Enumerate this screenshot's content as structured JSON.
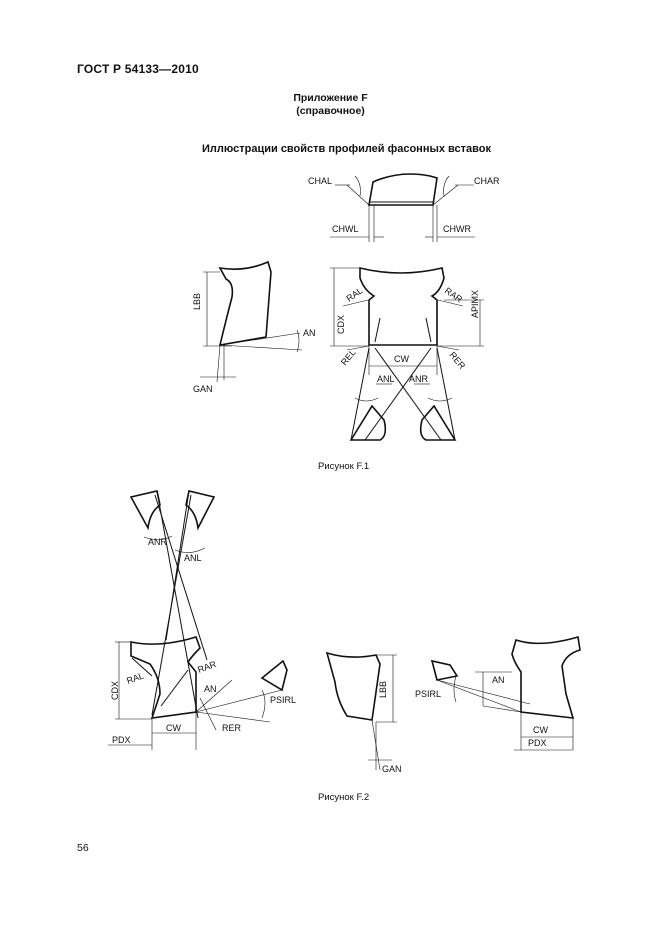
{
  "header": {
    "standard": "ГОСТ Р 54133—2010"
  },
  "annex": {
    "title": "Приложение F",
    "subtitle": "(справочное)"
  },
  "section_title": "Иллюстрации свойств профилей фасонных вставок",
  "figure1": {
    "caption": "Рисунок F.1",
    "labels": {
      "chal": "CHAL",
      "char": "CHAR",
      "chwl": "CHWL",
      "chwr": "CHWR",
      "lbb": "LBB",
      "an": "AN",
      "gan": "GAN",
      "cdx": "CDX",
      "ral": "RAL",
      "rar": "RAR",
      "apimx": "APIMX",
      "rel": "REL",
      "rer": "RER",
      "cw": "CW",
      "anl": "ANL",
      "anr": "ANR"
    }
  },
  "figure2": {
    "caption": "Рисунок F.2",
    "labels": {
      "anr": "ANR",
      "anl": "ANL",
      "cdx": "CDX",
      "ral": "RAL",
      "rar": "RAR",
      "an": "AN",
      "psirl": "PSIRL",
      "pdx": "PDX",
      "cw": "CW",
      "rer": "RER",
      "lbb": "LBB",
      "gan": "GAN",
      "psirl2": "PSIRL",
      "an2": "AN",
      "cw2": "CW",
      "pdx2": "PDX"
    }
  },
  "page_number": "56"
}
